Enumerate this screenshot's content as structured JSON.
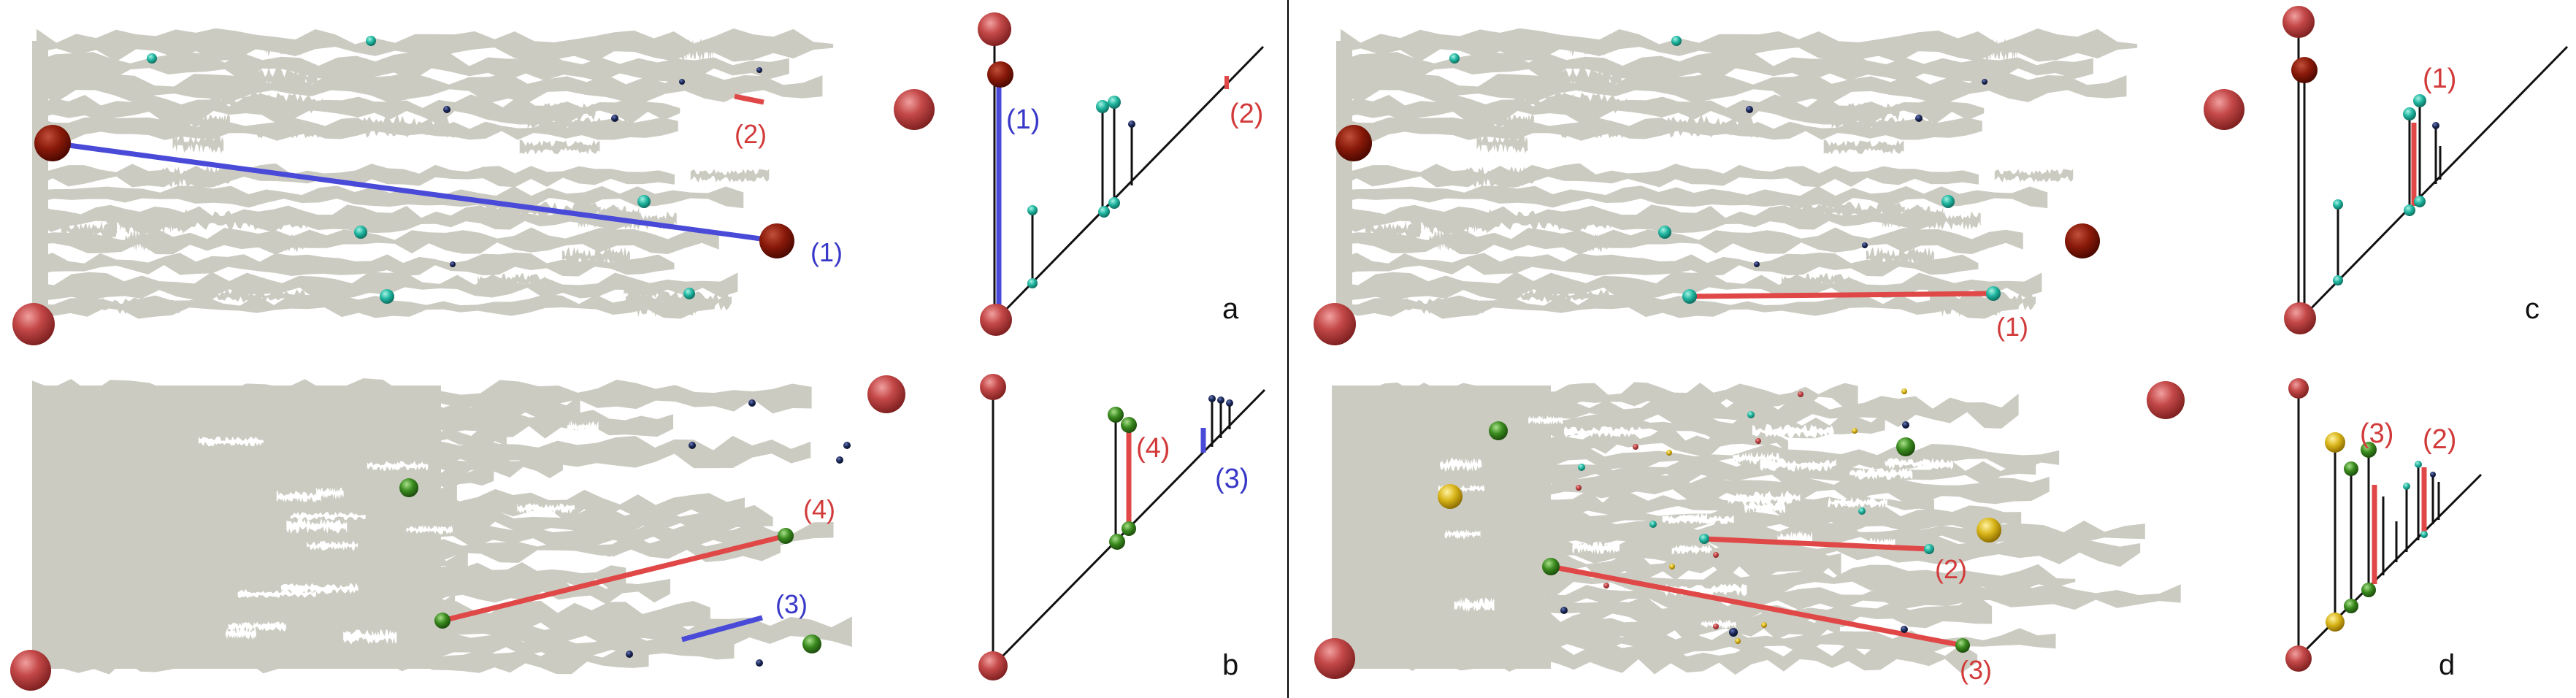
{
  "colors": {
    "shape": "#cbcbc2",
    "red_node": "#b03a3a",
    "darkred_node": "#7a1408",
    "teal_node": "#1fb6a0",
    "green_node": "#3a8a1e",
    "yellow_node": "#d8b418",
    "navy_node": "#1d2a5c",
    "red_line": "#e04848",
    "blue_line": "#4a4ad8",
    "red_label": "#d23a3a",
    "blue_label": "#3838c8",
    "black": "#111111"
  },
  "panels": {
    "a": {
      "letter": "a",
      "labels": [
        {
          "key": "1",
          "text": "(1)",
          "tone": "blue"
        },
        {
          "key": "2",
          "text": "(2)",
          "tone": "red"
        }
      ],
      "barcode_labels": [
        {
          "key": "1",
          "text": "(1)",
          "tone": "blue"
        },
        {
          "key": "2",
          "text": "(2)",
          "tone": "red"
        }
      ]
    },
    "b": {
      "letter": "b",
      "labels": [
        {
          "key": "3",
          "text": "(3)",
          "tone": "blue"
        },
        {
          "key": "4",
          "text": "(4)",
          "tone": "red"
        }
      ],
      "barcode_labels": [
        {
          "key": "3",
          "text": "(3)",
          "tone": "blue"
        },
        {
          "key": "4",
          "text": "(4)",
          "tone": "red"
        }
      ]
    },
    "c": {
      "letter": "c",
      "labels": [
        {
          "key": "1",
          "text": "(1)",
          "tone": "red"
        }
      ],
      "barcode_labels": [
        {
          "key": "1",
          "text": "(1)",
          "tone": "red"
        }
      ]
    },
    "d": {
      "letter": "d",
      "labels": [
        {
          "key": "2",
          "text": "(2)",
          "tone": "red"
        },
        {
          "key": "3",
          "text": "(3)",
          "tone": "red"
        }
      ],
      "barcode_labels": [
        {
          "key": "2",
          "text": "(2)",
          "tone": "red"
        },
        {
          "key": "3",
          "text": "(3)",
          "tone": "red"
        }
      ]
    }
  }
}
